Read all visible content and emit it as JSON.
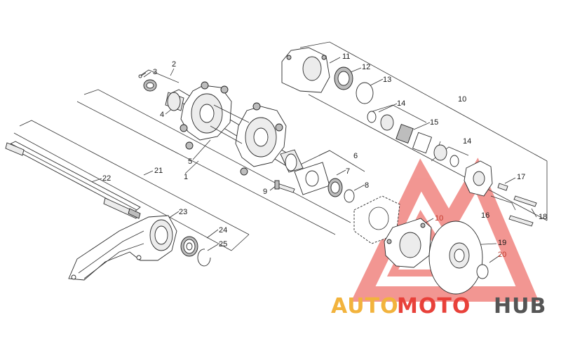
{
  "diagram": {
    "callouts": [
      {
        "id": "c1",
        "label": "1"
      },
      {
        "id": "c2",
        "label": "2"
      },
      {
        "id": "c3",
        "label": "3"
      },
      {
        "id": "c4",
        "label": "4"
      },
      {
        "id": "c5",
        "label": "5"
      },
      {
        "id": "c6",
        "label": "6"
      },
      {
        "id": "c7",
        "label": "7"
      },
      {
        "id": "c8",
        "label": "8"
      },
      {
        "id": "c9",
        "label": "9"
      },
      {
        "id": "c10a",
        "label": "10"
      },
      {
        "id": "c10b",
        "label": "10"
      },
      {
        "id": "c11",
        "label": "11"
      },
      {
        "id": "c12",
        "label": "12"
      },
      {
        "id": "c13",
        "label": "13"
      },
      {
        "id": "c14a",
        "label": "14"
      },
      {
        "id": "c14b",
        "label": "14"
      },
      {
        "id": "c15",
        "label": "15"
      },
      {
        "id": "c16",
        "label": "16"
      },
      {
        "id": "c17",
        "label": "17"
      },
      {
        "id": "c18",
        "label": "18"
      },
      {
        "id": "c19",
        "label": "19"
      },
      {
        "id": "c20",
        "label": "20"
      },
      {
        "id": "c21",
        "label": "21"
      },
      {
        "id": "c22",
        "label": "22"
      },
      {
        "id": "c23",
        "label": "23"
      },
      {
        "id": "c24",
        "label": "24"
      },
      {
        "id": "c25",
        "label": "25"
      }
    ]
  },
  "watermark": {
    "brand_part1": "AUTO",
    "brand_part2": "MOTO",
    "brand_part3": "HUB",
    "color_part1": "#f2b33d",
    "color_part2": "#e8413a",
    "color_part3": "#555555",
    "triangle_color": "#e8413a"
  }
}
